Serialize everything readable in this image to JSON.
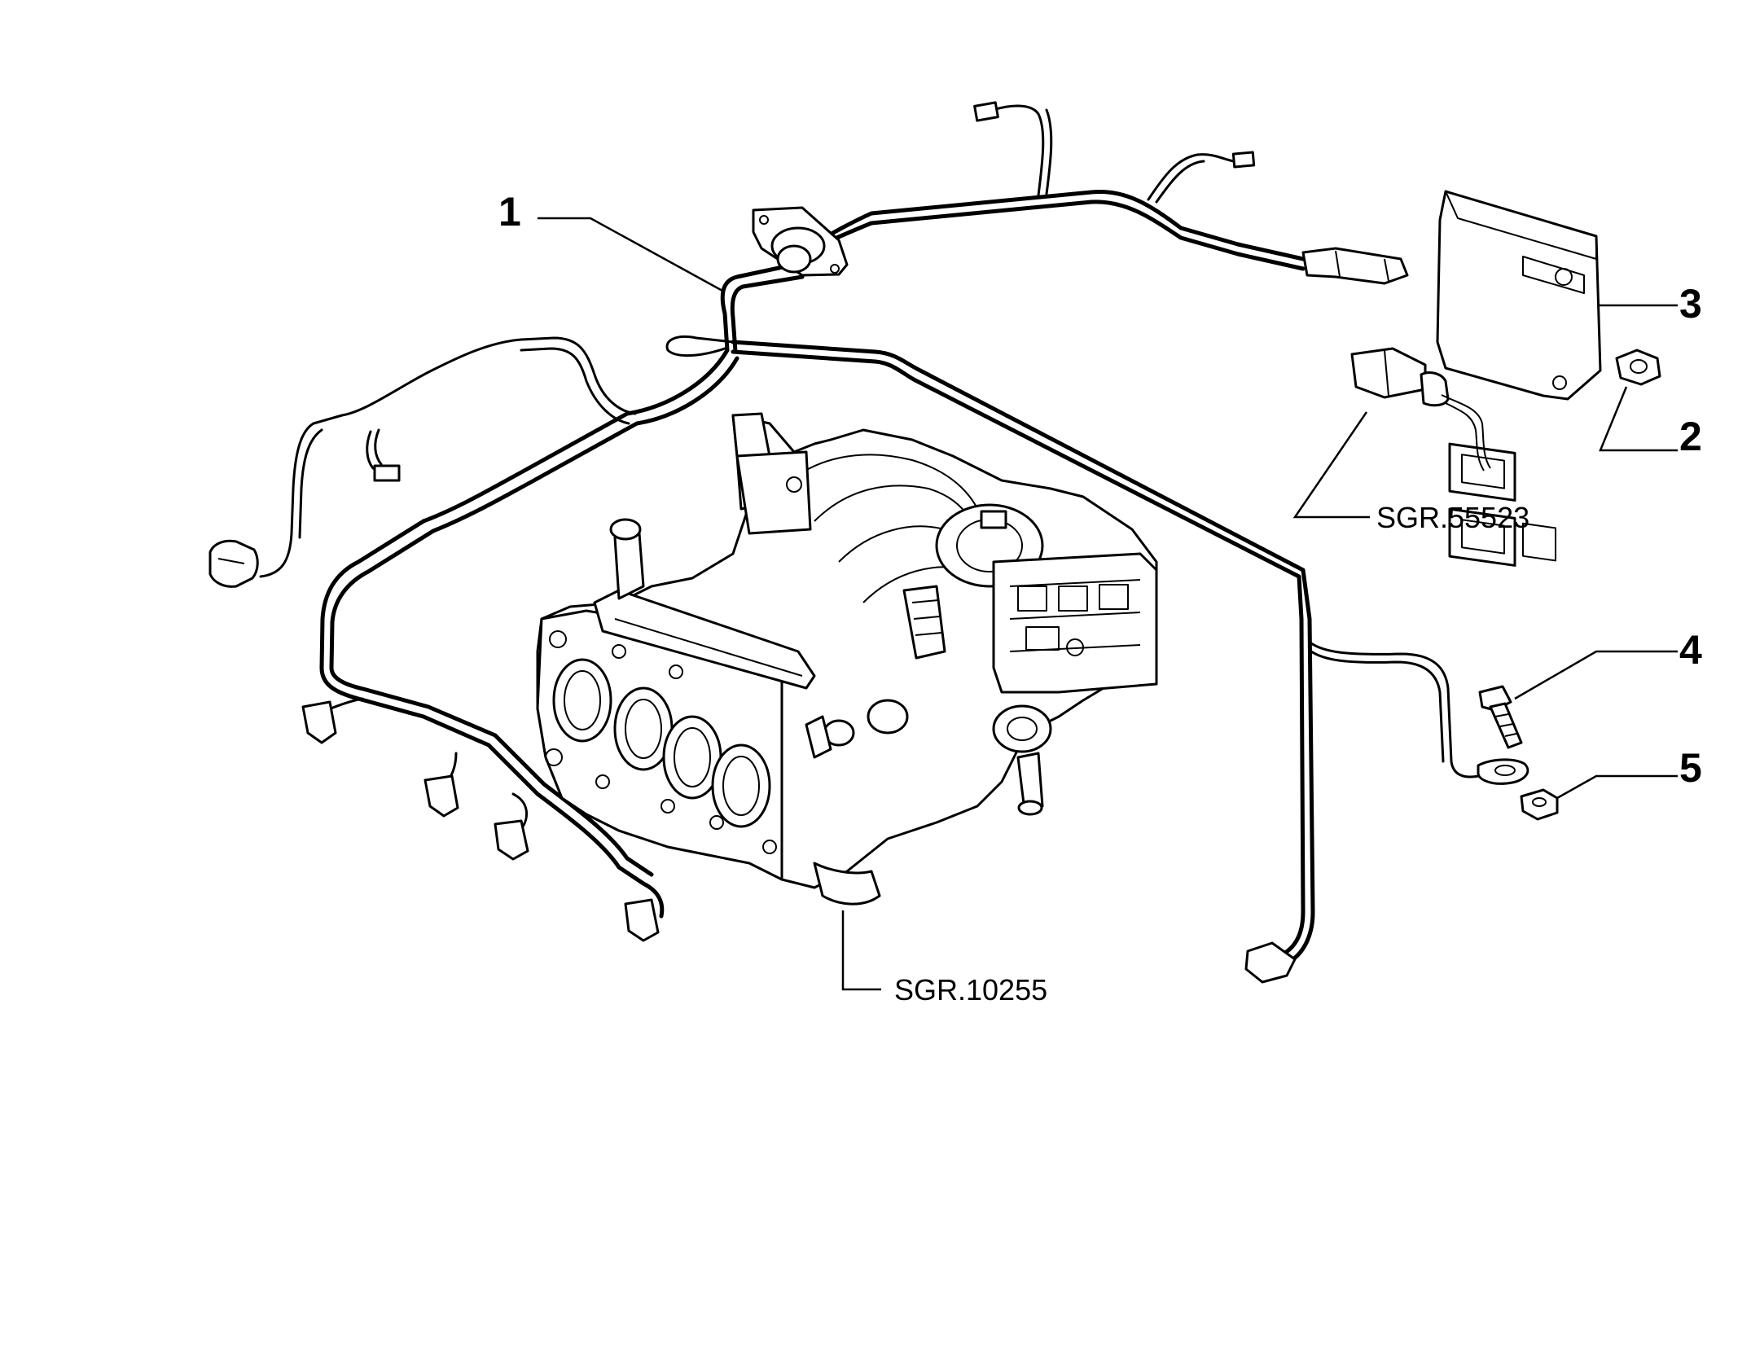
{
  "callouts": [
    {
      "id": "1",
      "label": "1"
    },
    {
      "id": "2",
      "label": "2"
    },
    {
      "id": "3",
      "label": "3"
    },
    {
      "id": "4",
      "label": "4"
    },
    {
      "id": "5",
      "label": "5"
    }
  ],
  "references": {
    "connector_ref": "SGR.55523",
    "manifold_ref": "SGR.10255"
  },
  "colors": {
    "line": "#000000",
    "background": "#ffffff"
  }
}
